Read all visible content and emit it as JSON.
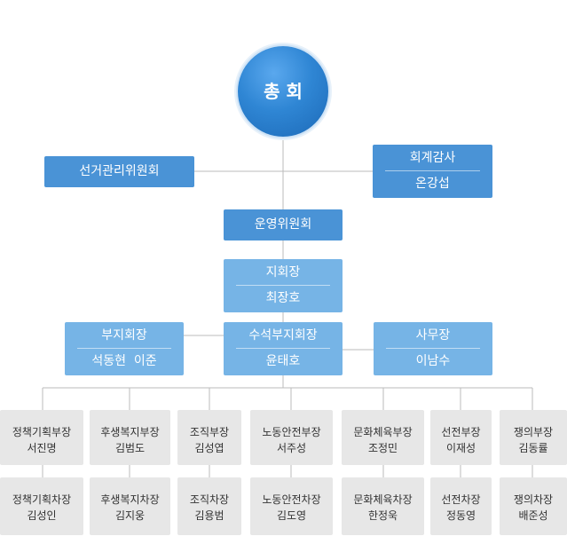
{
  "root": {
    "label": "총 회"
  },
  "election_committee": {
    "label": "선거관리위원회"
  },
  "auditor": {
    "title": "회계감사",
    "name": "온강섭"
  },
  "operating_committee": {
    "label": "운영위원회"
  },
  "chief": {
    "title": "지회장",
    "name": "최장호"
  },
  "vice_chief": {
    "title": "부지회장",
    "name": "석동현  이준"
  },
  "senior_vice_chief": {
    "title": "수석부지회장",
    "name": "윤태호"
  },
  "secretary_general": {
    "title": "사무장",
    "name": "이남수"
  },
  "departments": [
    {
      "head_title": "정책기획부장",
      "head_name": "서진명",
      "deputy_title": "정책기획차장",
      "deputy_name": "김성인"
    },
    {
      "head_title": "후생복지부장",
      "head_name": "김범도",
      "deputy_title": "후생복지차장",
      "deputy_name": "김지웅"
    },
    {
      "head_title": "조직부장",
      "head_name": "김성엽",
      "deputy_title": "조직차장",
      "deputy_name": "김용범"
    },
    {
      "head_title": "노동안전부장",
      "head_name": "서주성",
      "deputy_title": "노동안전차장",
      "deputy_name": "김도영"
    },
    {
      "head_title": "문화체육부장",
      "head_name": "조정민",
      "deputy_title": "문화체육차장",
      "deputy_name": "한정욱"
    },
    {
      "head_title": "선전부장",
      "head_name": "이재성",
      "deputy_title": "선전차장",
      "deputy_name": "정동영"
    },
    {
      "head_title": "쟁의부장",
      "head_name": "김동률",
      "deputy_title": "쟁의차장",
      "deputy_name": "배준성"
    }
  ],
  "colors": {
    "dark_box": "#4a93d6",
    "light_box": "#76b4e6",
    "grey_box": "#e7e7e7",
    "line": "#bbbbbb"
  }
}
